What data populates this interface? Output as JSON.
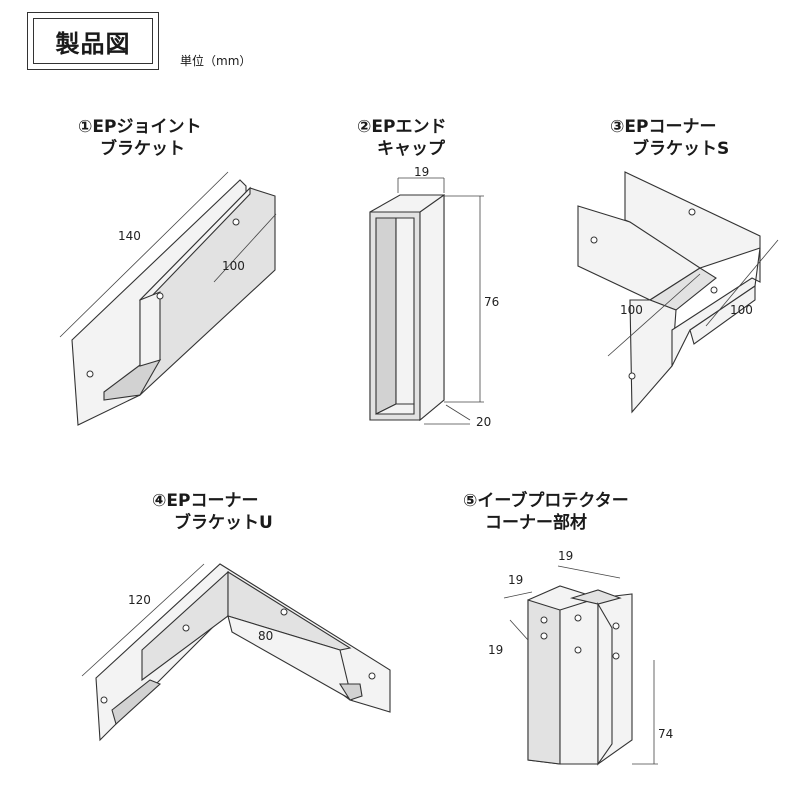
{
  "header": {
    "title": "製品図",
    "unit": "単位（mm）"
  },
  "parts": [
    {
      "line1": "①EPジョイント",
      "line2": "ブラケット",
      "dims": [
        "140",
        "100"
      ]
    },
    {
      "line1": "②EPエンド",
      "line2": "キャップ",
      "dims": [
        "19",
        "76",
        "20"
      ]
    },
    {
      "line1": "③EPコーナー",
      "line2": "ブラケットS",
      "dims": [
        "100",
        "100"
      ]
    },
    {
      "line1": "④EPコーナー",
      "line2": "ブラケットU",
      "dims": [
        "120",
        "80"
      ]
    },
    {
      "line1": "⑤イーブプロテクター",
      "line2": "コーナー部材",
      "dims": [
        "19",
        "19",
        "19",
        "74"
      ]
    }
  ]
}
